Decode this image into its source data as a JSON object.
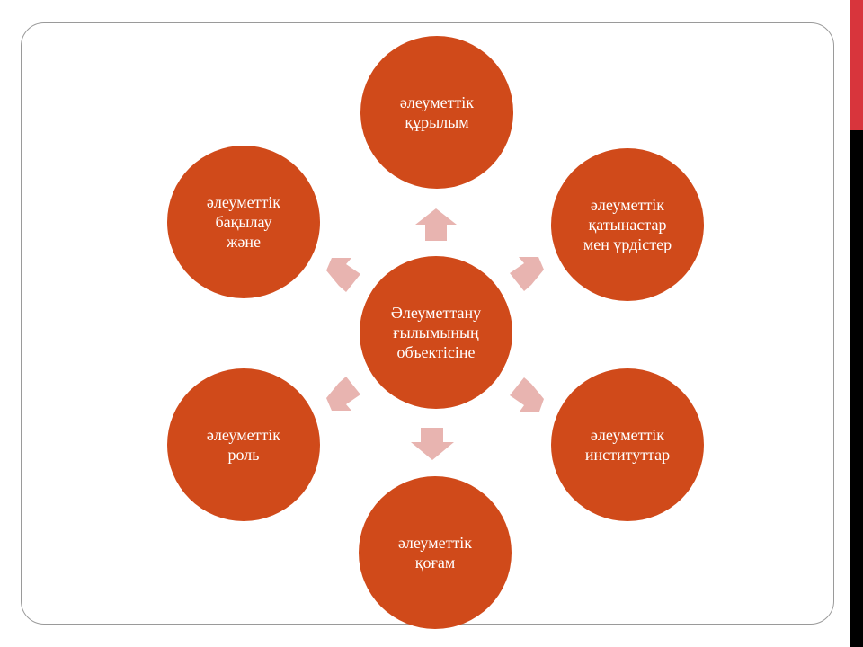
{
  "center": {
    "label": "Әлеуметтану\nғылымының\nобъектісіне"
  },
  "nodes": [
    {
      "id": "top",
      "label": "әлеуметтік\nқұрылым"
    },
    {
      "id": "upper-right",
      "label": "әлеуметтік\nқатынастар\nмен үрдістер"
    },
    {
      "id": "lower-right",
      "label": "әлеуметтік\nинституттар"
    },
    {
      "id": "bottom",
      "label": "әлеуметтік\nқоғам"
    },
    {
      "id": "lower-left",
      "label": "әлеуметтік\nроль"
    },
    {
      "id": "upper-left",
      "label": "әлеуметтік\nбақылау\nжәне"
    }
  ],
  "colors": {
    "node": "#d04a1a",
    "arrow": "#e8b4b0",
    "frame": "#9a9a9a",
    "accent_red": "#d8353c",
    "accent_black": "#000000"
  }
}
